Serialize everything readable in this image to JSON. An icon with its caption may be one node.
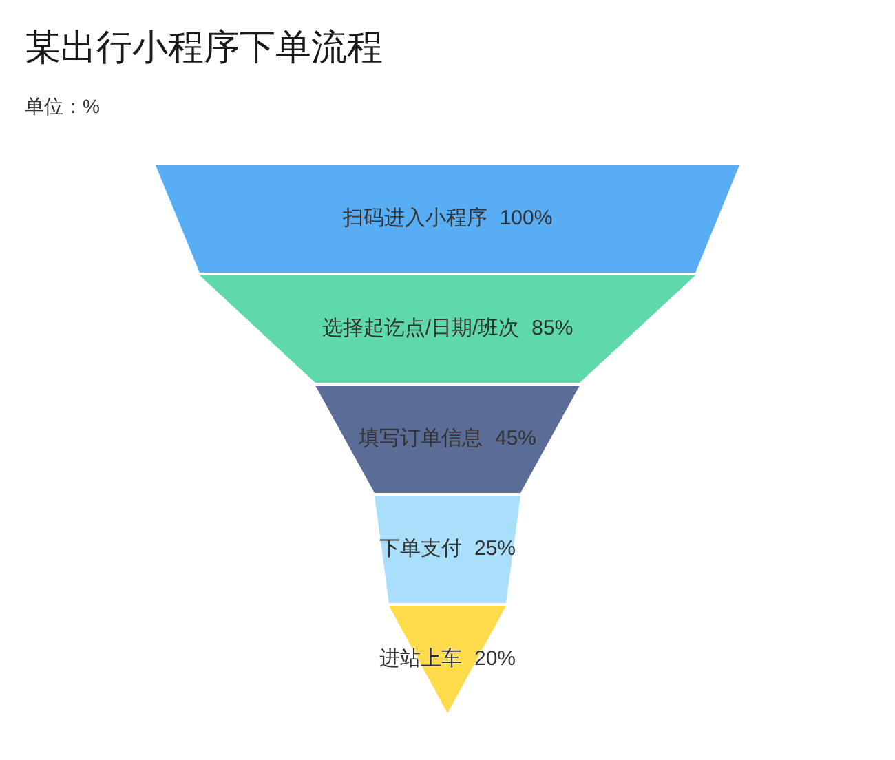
{
  "diagram": {
    "title": "某出行小程序下单流程",
    "nodes": [
      {
        "text": [
          "扫码进入小程序",
          "100%"
        ]
      },
      {
        "text": [
          "选择起讫点/日期/班次",
          "85%"
        ]
      },
      {
        "text": [
          "填写订单信息",
          "45%"
        ]
      },
      {
        "text": [
          "下单支付",
          "25%"
        ]
      },
      {
        "text": [
          "进站上车",
          "20%"
        ]
      }
    ],
    "labels": [
      "单位：%"
    ]
  }
}
